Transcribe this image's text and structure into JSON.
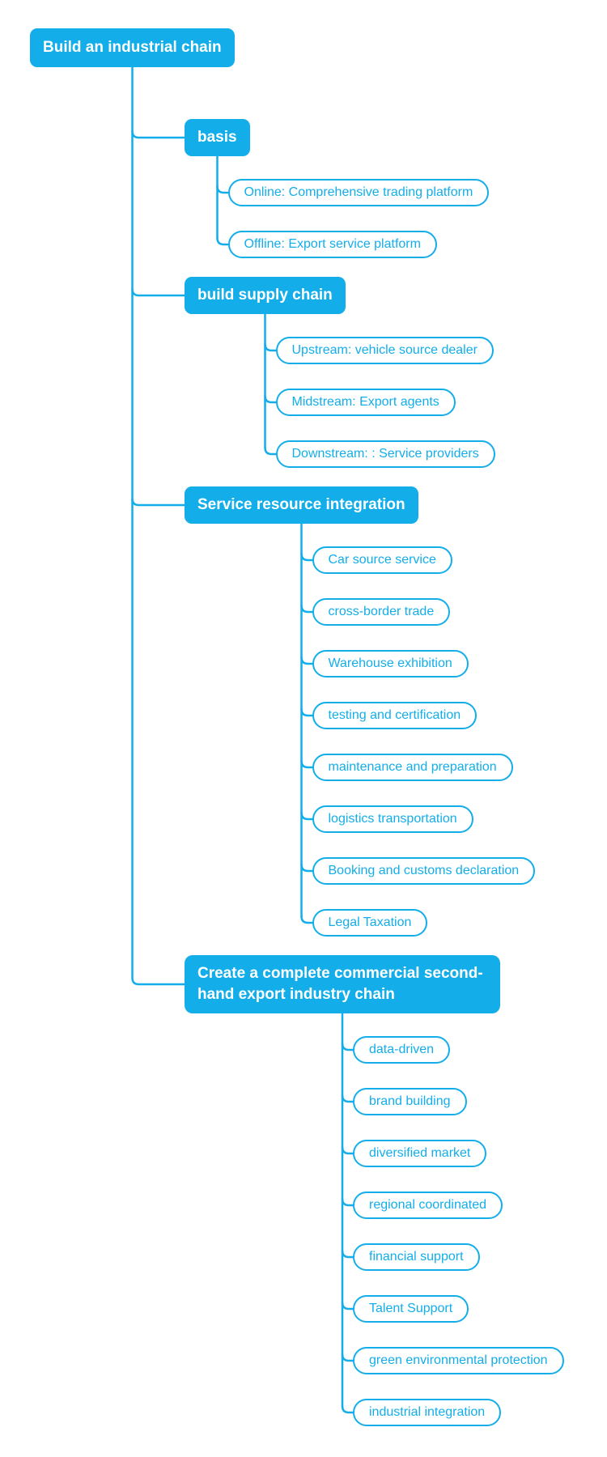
{
  "colors": {
    "primary": "#13aeea",
    "filled_node_text": "#ffffff",
    "leaf_text": "#13aeea",
    "background": "#ffffff"
  },
  "mindmap": {
    "root": {
      "label": "Build an industrial chain"
    },
    "branches": [
      {
        "label": "basis",
        "children": [
          {
            "label": "Online: Comprehensive trading platform"
          },
          {
            "label": "Offline: Export service platform"
          }
        ]
      },
      {
        "label": "build supply chain",
        "children": [
          {
            "label": "Upstream: vehicle source dealer"
          },
          {
            "label": "Midstream: Export agents"
          },
          {
            "label": "Downstream: : Service providers"
          }
        ]
      },
      {
        "label": "Service resource integration",
        "children": [
          {
            "label": "Car source service"
          },
          {
            "label": "cross-border trade"
          },
          {
            "label": "Warehouse exhibition"
          },
          {
            "label": "testing and certification"
          },
          {
            "label": "maintenance and preparation"
          },
          {
            "label": "logistics transportation"
          },
          {
            "label": "Booking and customs declaration"
          },
          {
            "label": "Legal Taxation"
          }
        ]
      },
      {
        "label": "Create a complete commercial second-hand export industry chain",
        "children": [
          {
            "label": "data-driven"
          },
          {
            "label": "brand building"
          },
          {
            "label": "diversified market"
          },
          {
            "label": "regional coordinated"
          },
          {
            "label": "financial support"
          },
          {
            "label": "Talent Support"
          },
          {
            "label": "green environmental protection"
          },
          {
            "label": "industrial integration"
          }
        ]
      }
    ]
  }
}
